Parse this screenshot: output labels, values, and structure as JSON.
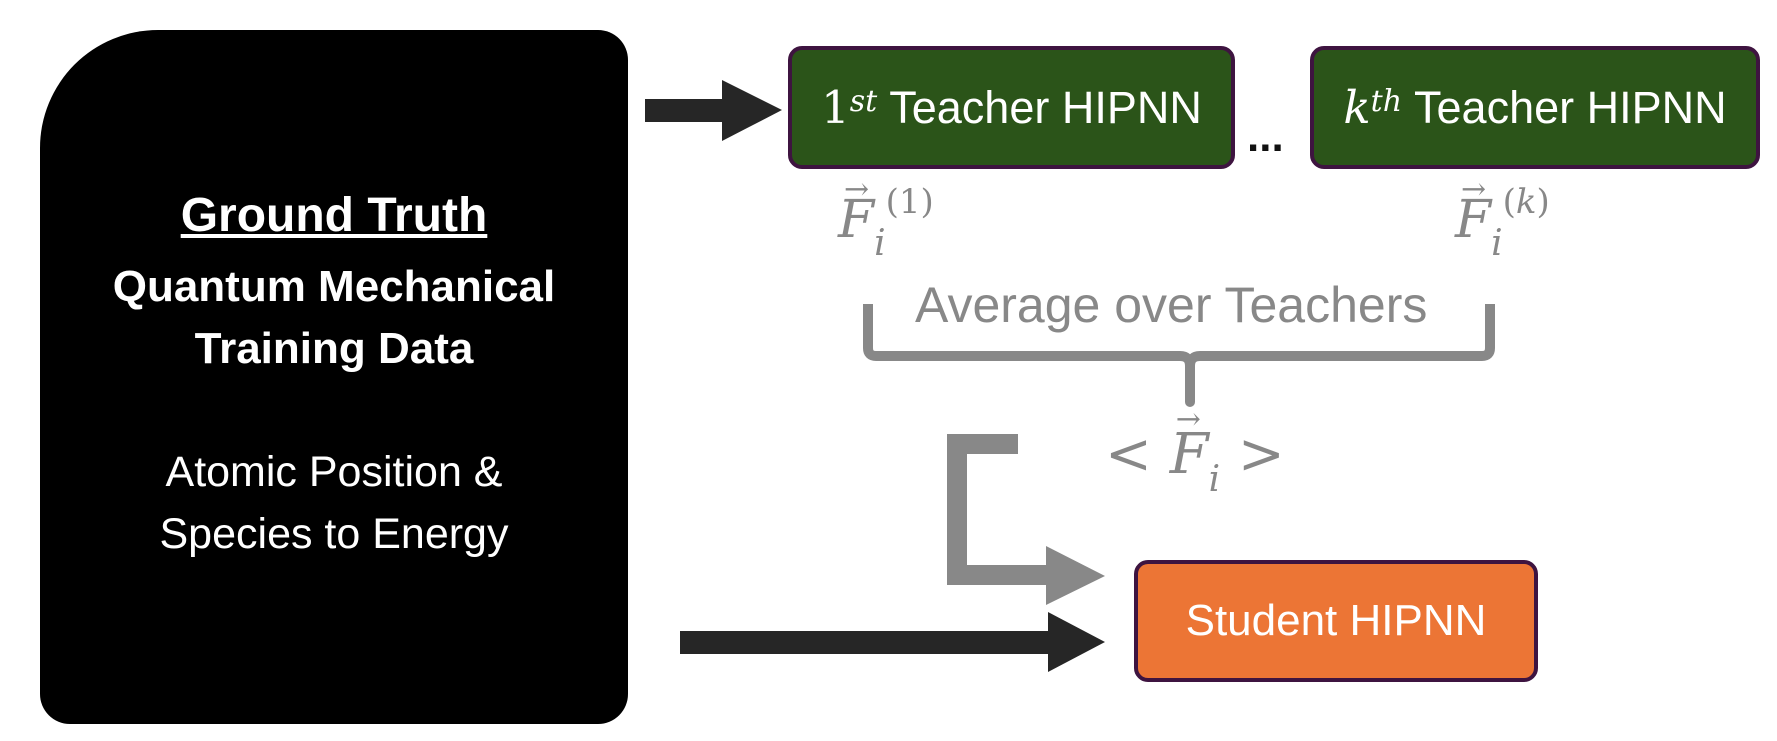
{
  "ground_truth": {
    "title": "Ground Truth",
    "line1": "Quantum Mechanical",
    "line2": "Training Data",
    "line3": "Atomic Position &",
    "line4": "Species to Energy"
  },
  "teachers": {
    "first": {
      "index": "1",
      "superscript": "st",
      "label": "Teacher HIPNN"
    },
    "ellipsis": "...",
    "last": {
      "index": "k",
      "superscript": "th",
      "label": "Teacher HIPNN"
    }
  },
  "forces": {
    "first": {
      "base": "F",
      "vec": "→",
      "sub": "i",
      "sup": "(1)"
    },
    "last": {
      "base": "F",
      "vec": "→",
      "sub": "i",
      "sup_open": "(",
      "sup_var": "k",
      "sup_close": ")"
    },
    "average": {
      "open": "<",
      "base": "F",
      "vec": "→",
      "sub": "i",
      "close": ">"
    }
  },
  "average_label": "Average over Teachers",
  "student": {
    "label": "Student HIPNN"
  },
  "colors": {
    "teacher_fill": "#2b5419",
    "student_fill": "#ec7535",
    "box_border": "#3e1440",
    "arrow_dark": "#262626",
    "gray": "#888888"
  }
}
